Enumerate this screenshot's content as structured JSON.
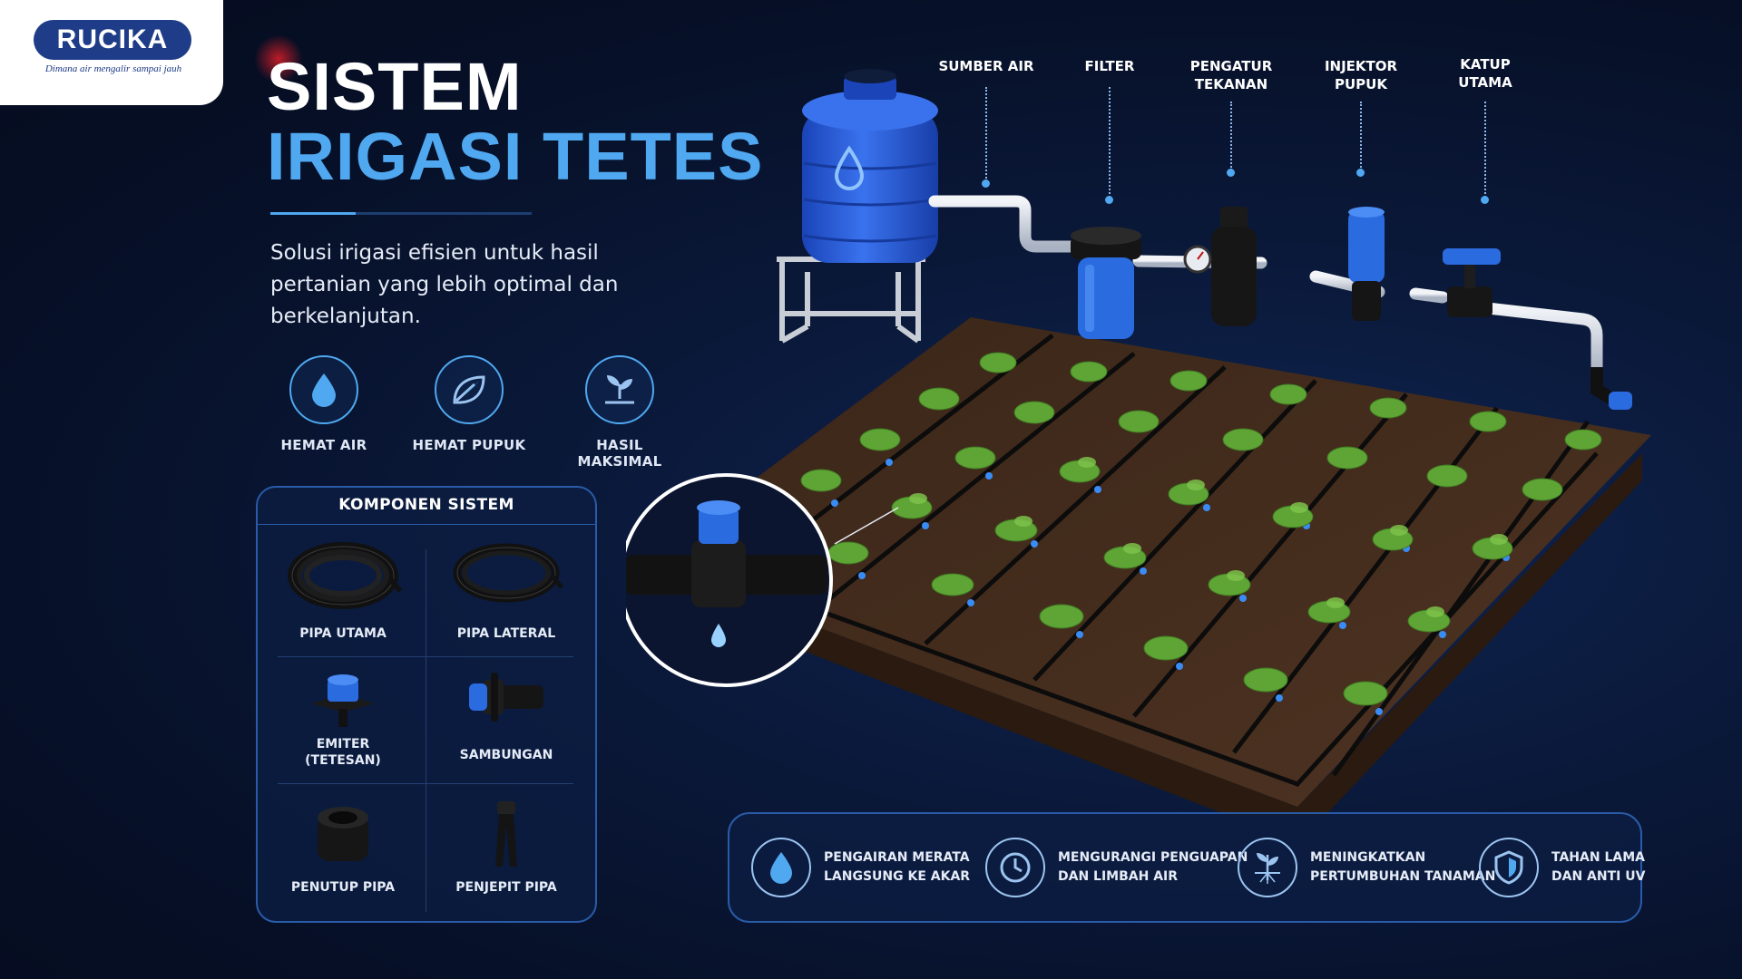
{
  "brand": {
    "name": "RUCIKA",
    "tagline": "Dimana air mengalir sampai jauh"
  },
  "title": {
    "line1": "SISTEM",
    "line2": "IRIGASI TETES"
  },
  "subtitle": "Solusi irigasi efisien untuk hasil pertanian yang lebih optimal dan berkelanjutan.",
  "benefits": [
    {
      "label": "HEMAT AIR",
      "icon": "water-drop-icon"
    },
    {
      "label": "HEMAT PUPUK",
      "icon": "leaf-icon"
    },
    {
      "label": "HASIL MAKSIMAL",
      "icon": "sprout-icon"
    }
  ],
  "components": {
    "title": "KOMPONEN SISTEM",
    "items": [
      {
        "label": "PIPA UTAMA",
        "icon": "coiled-pipe-icon"
      },
      {
        "label": "PIPA LATERAL",
        "icon": "coiled-pipe-icon"
      },
      {
        "label": "EMITER\n(TETESAN)",
        "icon": "emitter-icon"
      },
      {
        "label": "SAMBUNGAN",
        "icon": "connector-icon"
      },
      {
        "label": "PENUTUP PIPA",
        "icon": "pipe-cap-icon"
      },
      {
        "label": "PENJEPIT PIPA",
        "icon": "pipe-clamp-icon"
      }
    ]
  },
  "pipeline": [
    {
      "label": "SUMBER AIR"
    },
    {
      "label": "FILTER"
    },
    {
      "label": "PENGATUR\nTEKANAN"
    },
    {
      "label": "INJEKTOR\nPUPUK"
    },
    {
      "label": "KATUP\nUTAMA"
    }
  ],
  "features": [
    {
      "text": "PENGAIRAN MERATA\nLANGSUNG KE AKAR",
      "icon": "water-drop-icon"
    },
    {
      "text": "MENGURANGI PENGUAPAN\nDAN LIMBAH AIR",
      "icon": "clock-icon"
    },
    {
      "text": "MENINGKATKAN\nPERTUMBUHAN TANAMAN",
      "icon": "plant-roots-icon"
    },
    {
      "text": "TAHAN LAMA\nDAN ANTI UV",
      "icon": "shield-icon"
    }
  ],
  "colors": {
    "background": "#0a1838",
    "accent": "#4fa8f0",
    "brand": "#1e3c87",
    "panel_border": "#2a5ba8",
    "tank_blue": "#2456d6",
    "soil": "#4a3020",
    "leaf": "#5fa536"
  }
}
